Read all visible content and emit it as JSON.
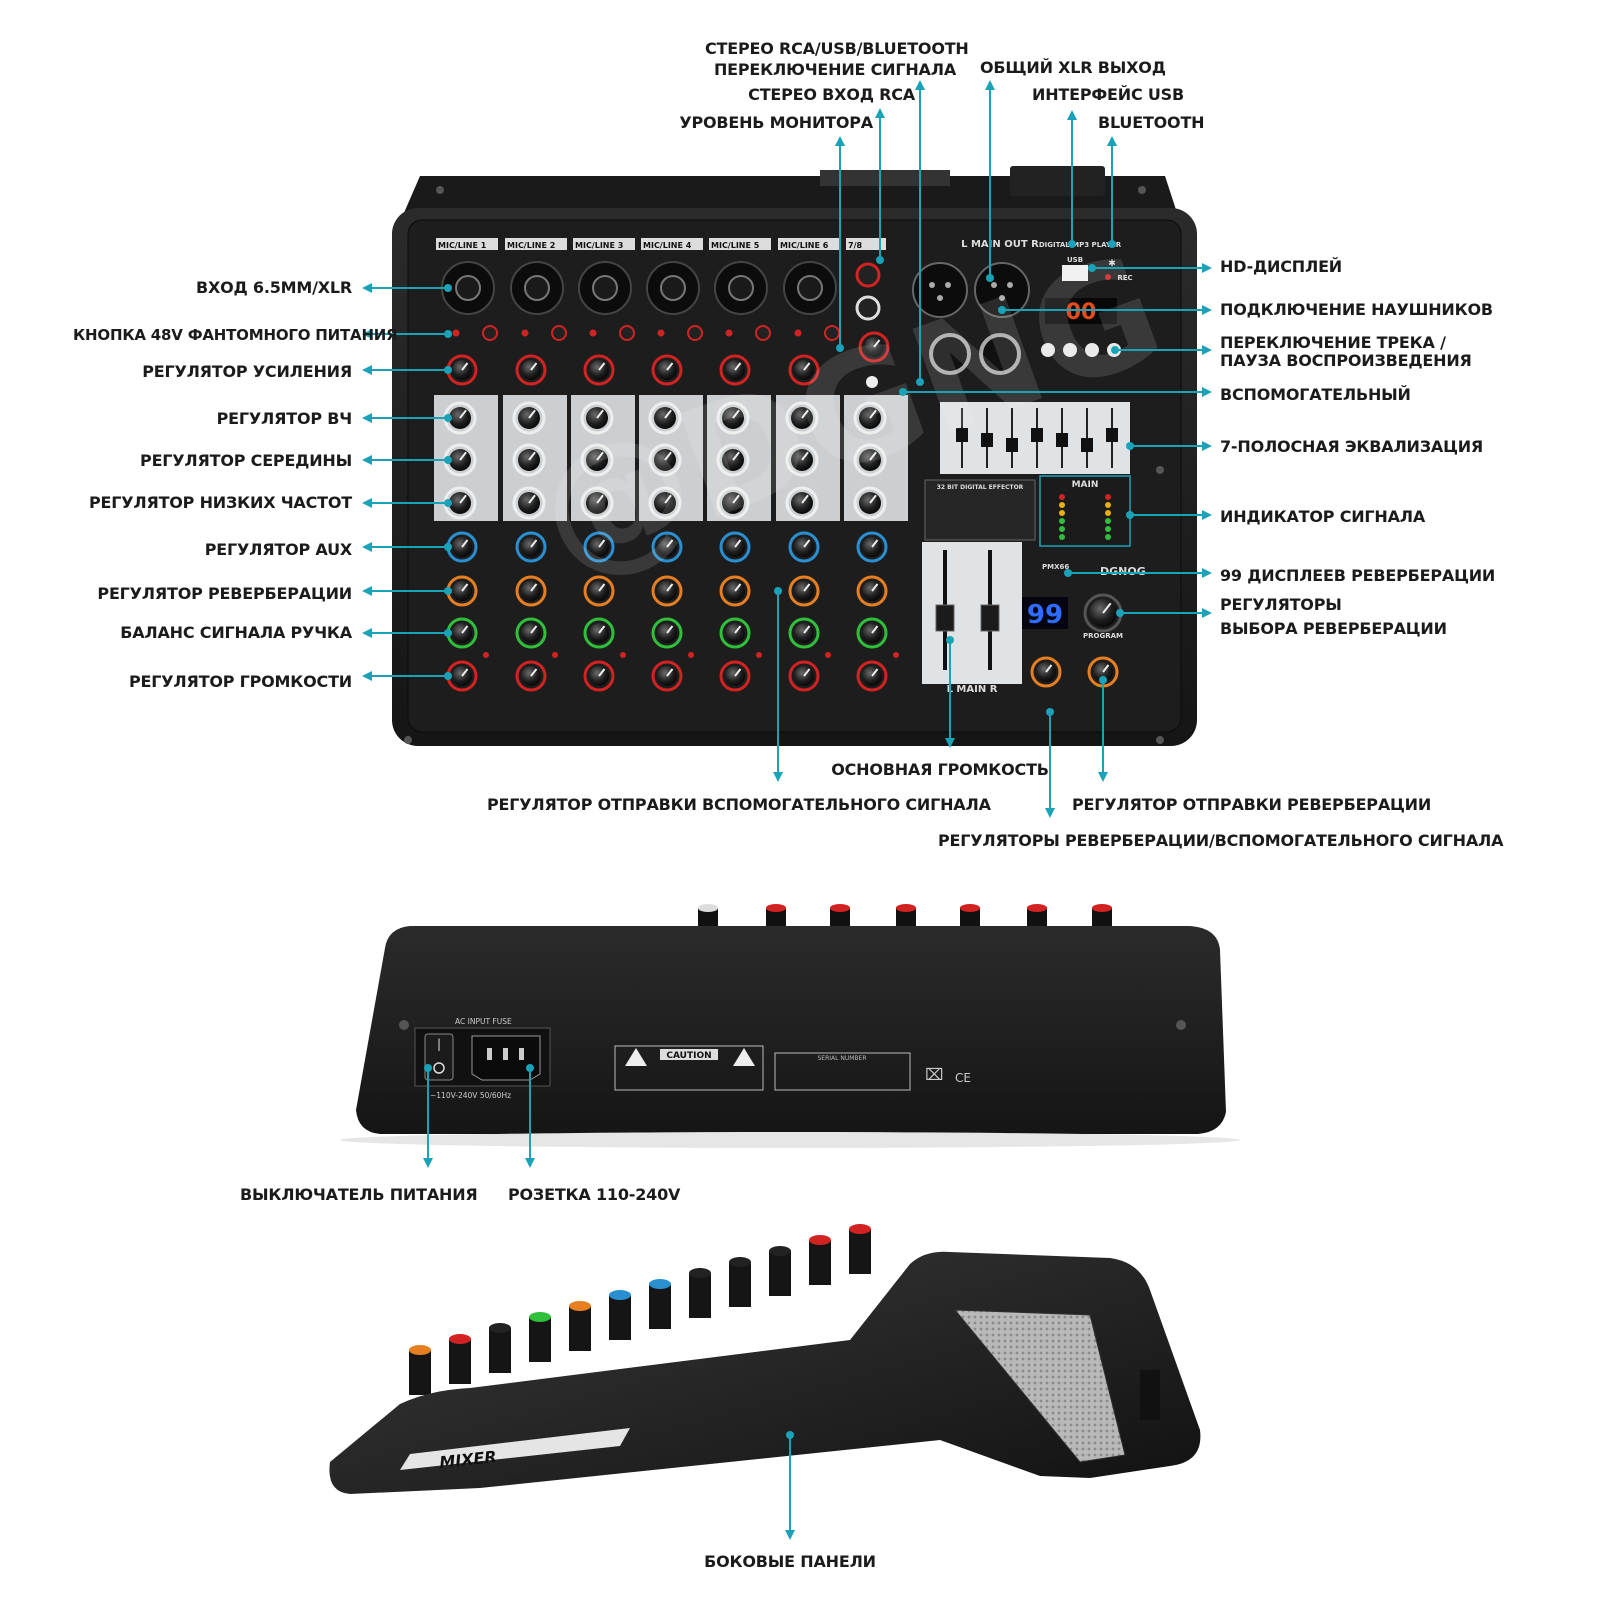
{
  "colors": {
    "callout": "#1aa3b8",
    "body": "#1c1c1c",
    "panel": "#2a2a2a",
    "strip": "#dfe3e6",
    "red": "#d22222",
    "blue": "#2a8fd0",
    "orange": "#e67e22",
    "green": "#2fbf3a",
    "white": "#e9e9e9"
  },
  "top": {
    "channel_labels": [
      "MIC/LINE 1",
      "MIC/LINE 2",
      "MIC/LINE 3",
      "MIC/LINE 4",
      "MIC/LINE 5",
      "MIC/LINE 6",
      "7/8"
    ],
    "main_out": "L  MAIN OUT  R",
    "digital_player": "DIGITAL MP3 PLAYER",
    "usb": "USB",
    "rec": "REC",
    "display_value": "00",
    "reverb_value": "99",
    "effector_title": "32 BIT DIGITAL EFFECTOR",
    "main_meter": "MAIN",
    "main_fader": "L  MAIN  R",
    "program": "PROGRAM",
    "brand": "DGNOG",
    "model": "PMX66"
  },
  "rear": {
    "ac_input": "AC INPUT FUSE",
    "voltage": "~110V-240V 50/60Hz",
    "caution": "CAUTION",
    "serial": "SERIAL NUMBER"
  },
  "side": {
    "mixer": "MIXER"
  },
  "callouts_left": [
    {
      "id": "input",
      "text": "ВХОД 6.5MM/XLR"
    },
    {
      "id": "phantom",
      "text": "КНОПКА 48V ФАНТОМНОГО ПИТАНИЯ"
    },
    {
      "id": "gain",
      "text": "РЕГУЛЯТОР УСИЛЕНИЯ"
    },
    {
      "id": "hf",
      "text": "РЕГУЛЯТОР ВЧ"
    },
    {
      "id": "mid",
      "text": "РЕГУЛЯТОР СЕРЕДИНЫ"
    },
    {
      "id": "lf",
      "text": "РЕГУЛЯТОР НИЗКИХ ЧАСТОТ"
    },
    {
      "id": "aux",
      "text": "РЕГУЛЯТОР AUX"
    },
    {
      "id": "reverb",
      "text": "РЕГУЛЯТОР РЕВЕРБЕРАЦИИ"
    },
    {
      "id": "pan",
      "text": "БАЛАНС СИГНАЛА РУЧКА"
    },
    {
      "id": "volume",
      "text": "РЕГУЛЯТОР ГРОМКОСТИ"
    }
  ],
  "callouts_right": [
    {
      "id": "hd",
      "text": "HD-ДИСПЛЕЙ"
    },
    {
      "id": "phones",
      "text": "ПОДКЛЮЧЕНИЕ НАУШНИКОВ"
    },
    {
      "id": "track1",
      "text": "ПЕРЕКЛЮЧЕНИЕ ТРЕКА /"
    },
    {
      "id": "track2",
      "text": "ПАУЗА ВОСПРОИЗВЕДЕНИЯ"
    },
    {
      "id": "auxret",
      "text": "ВСПОМОГАТЕЛЬНЫЙ"
    },
    {
      "id": "eq",
      "text": "7-ПОЛОСНАЯ ЭКВАЛИЗАЦИЯ"
    },
    {
      "id": "meter",
      "text": "ИНДИКАТОР СИГНАЛА"
    },
    {
      "id": "dsp",
      "text": "99 ДИСПЛЕЕВ РЕВЕРБЕРАЦИИ"
    },
    {
      "id": "sel1",
      "text": "РЕГУЛЯТОРЫ"
    },
    {
      "id": "sel2",
      "text": "ВЫБОРА РЕВЕРБЕРАЦИИ"
    }
  ],
  "callouts_top": [
    {
      "id": "rca_sw1",
      "text": "СТЕРЕО RCA/USB/BLUETOOTH"
    },
    {
      "id": "rca_sw2",
      "text": "ПЕРЕКЛЮЧЕНИЕ СИГНАЛА"
    },
    {
      "id": "rca_in",
      "text": "СТЕРЕО ВХОД RCA"
    },
    {
      "id": "monitor",
      "text": "УРОВЕНЬ МОНИТОРА"
    },
    {
      "id": "xlr_out",
      "text": "ОБЩИЙ XLR ВЫХОД"
    },
    {
      "id": "usb_if",
      "text": "ИНТЕРФЕЙС USB"
    },
    {
      "id": "bt",
      "text": "BLUETOOTH"
    }
  ],
  "callouts_bottom": [
    {
      "id": "mainvol",
      "text": "ОСНОВНАЯ ГРОМКОСТЬ"
    },
    {
      "id": "auxsend",
      "text": "РЕГУЛЯТОР ОТПРАВКИ ВСПОМОГАТЕЛЬНОГО СИГНАЛА"
    },
    {
      "id": "fxsend",
      "text": "РЕГУЛЯТОР ОТПРАВКИ РЕВЕРБЕРАЦИИ"
    },
    {
      "id": "fxaux",
      "text": "РЕГУЛЯТОРЫ РЕВЕРБЕРАЦИИ/ВСПОМОГАТЕЛЬНОГО СИГНАЛА"
    },
    {
      "id": "power",
      "text": "ВЫКЛЮЧАТЕЛЬ ПИТАНИЯ"
    },
    {
      "id": "socket",
      "text": "РОЗЕТКА 110-240V"
    },
    {
      "id": "sides",
      "text": "БОКОВЫЕ ПАНЕЛИ"
    }
  ]
}
